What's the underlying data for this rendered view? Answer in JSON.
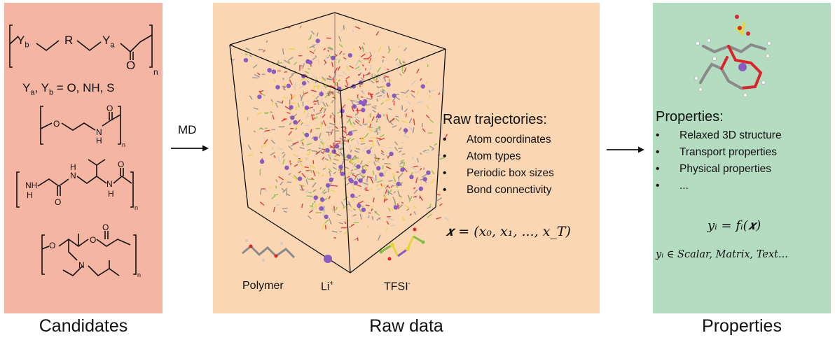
{
  "candidates": {
    "caption": "Candidates",
    "general": {
      "ya": "Y",
      "ya_sub": "a",
      "yb": "Y",
      "yb_sub": "b",
      "r": "R",
      "o": "O",
      "n": "n"
    },
    "definition": {
      "y1": "Y",
      "s1": "a",
      "sep": ", ",
      "y2": "Y",
      "s2": "b",
      "rest": " = O, NH, S"
    },
    "mol2": {
      "o": "O",
      "o2": "O",
      "n": "N",
      "h": "H",
      "sub": "n"
    },
    "mol3": {
      "nh": "NH",
      "h": "H",
      "o": "O",
      "o2": "O",
      "n": "N",
      "h2": "H",
      "sub": "n"
    },
    "mol4": {
      "o": "O",
      "o2": "O",
      "o3": "O",
      "n": "N",
      "sub": "n"
    }
  },
  "arrow1_label": "MD",
  "raw_data": {
    "caption": "Raw data",
    "heading": "Raw trajectories:",
    "items": [
      "Atom coordinates",
      "Atom types",
      "Periodic box sizes",
      "Bond connectivity"
    ],
    "formula": "𝒙 = (x₀, x₁, ..., x_T)",
    "legend": [
      {
        "label": "Polymer",
        "sup": ""
      },
      {
        "label": "Li",
        "sup": "+"
      },
      {
        "label": "TFSI",
        "sup": "-"
      }
    ]
  },
  "properties": {
    "caption": "Properties",
    "heading": "Properties:",
    "items": [
      "Relaxed 3D structure",
      "Transport properties",
      "Physical properties",
      "..."
    ],
    "formula1": "yᵢ = fᵢ(𝒙)",
    "formula2": "yᵢ ∈ Scalar, Matrix, Text..."
  },
  "colors": {
    "candidates_bg": "#f4b5a2",
    "raw_bg": "#fbd6b3",
    "properties_bg": "#b3dcc1",
    "lithium": "#8a5bbf",
    "oxygen": "#d8242b",
    "carbon": "#8a8a8a",
    "sulfur": "#e6d53a",
    "fluorine": "#7fbf3f"
  }
}
